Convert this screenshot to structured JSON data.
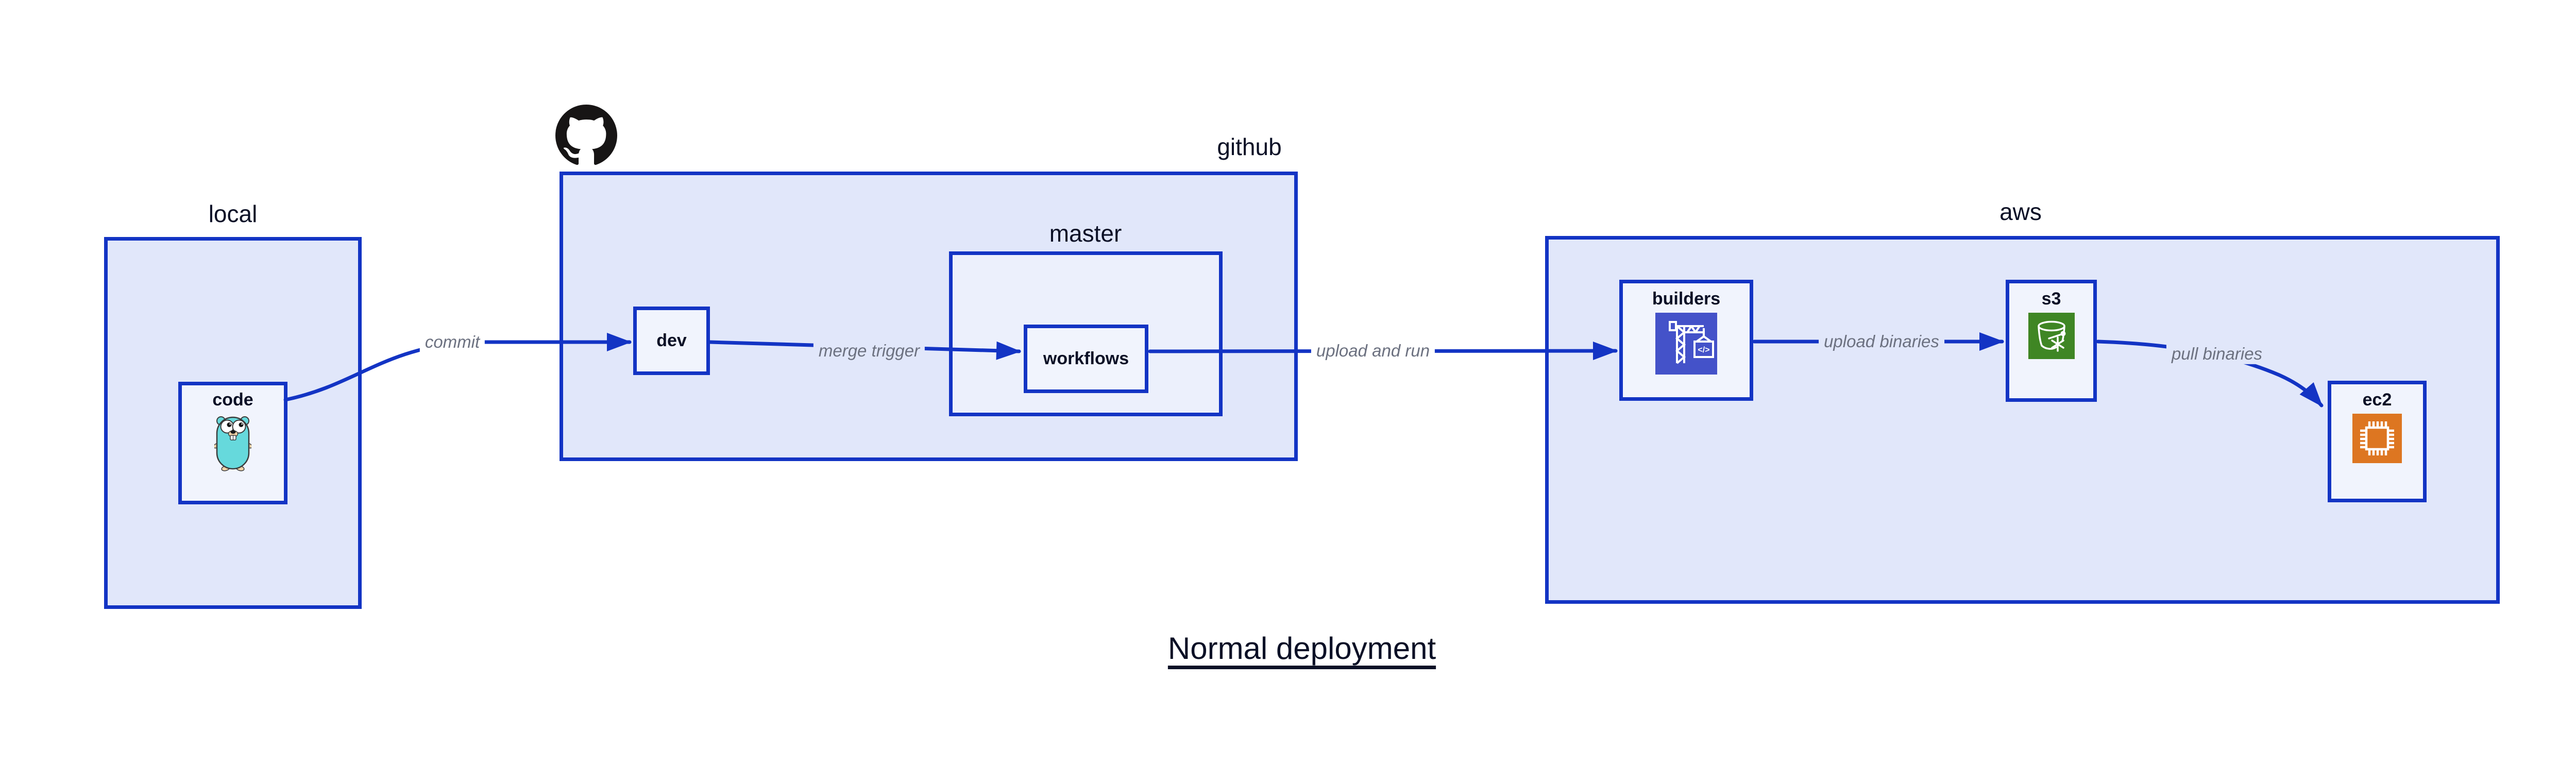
{
  "diagram_title": "Normal deployment",
  "containers": {
    "local": {
      "label": "local"
    },
    "github": {
      "label": "github"
    },
    "master": {
      "label": "master"
    },
    "aws": {
      "label": "aws"
    }
  },
  "nodes": {
    "code": {
      "label": "code",
      "icon": "go-gopher-icon"
    },
    "dev": {
      "label": "dev"
    },
    "workflows": {
      "label": "workflows"
    },
    "builders": {
      "label": "builders",
      "icon": "aws-codebuild-icon",
      "icon_glyph": "</>"
    },
    "s3": {
      "label": "s3",
      "icon": "aws-s3-glacier-icon"
    },
    "ec2": {
      "label": "ec2",
      "icon": "aws-ec2-icon"
    }
  },
  "edges": [
    {
      "from": "code",
      "to": "dev",
      "label": "commit"
    },
    {
      "from": "dev",
      "to": "workflows",
      "label": "merge trigger"
    },
    {
      "from": "workflows",
      "to": "builders",
      "label": "upload and run"
    },
    {
      "from": "builders",
      "to": "s3",
      "label": "upload binaries"
    },
    {
      "from": "s3",
      "to": "ec2",
      "label": "pull binaries"
    }
  ],
  "icons": {
    "github_logo": "github-octocat-icon"
  },
  "colors": {
    "border_blue": "#1334c4",
    "container_fill": "#e1e7fa",
    "nested_container_fill": "#ecf0fc",
    "node_fill": "#f1f4fd",
    "label_text": "#0b1026",
    "edge_label_text": "#6c7180",
    "codebuild_purple": "#4452c9",
    "glacier_green": "#3f8624",
    "ec2_orange": "#dd7621",
    "gopher_teal": "#66d9dc",
    "octocat_black": "#171515"
  }
}
